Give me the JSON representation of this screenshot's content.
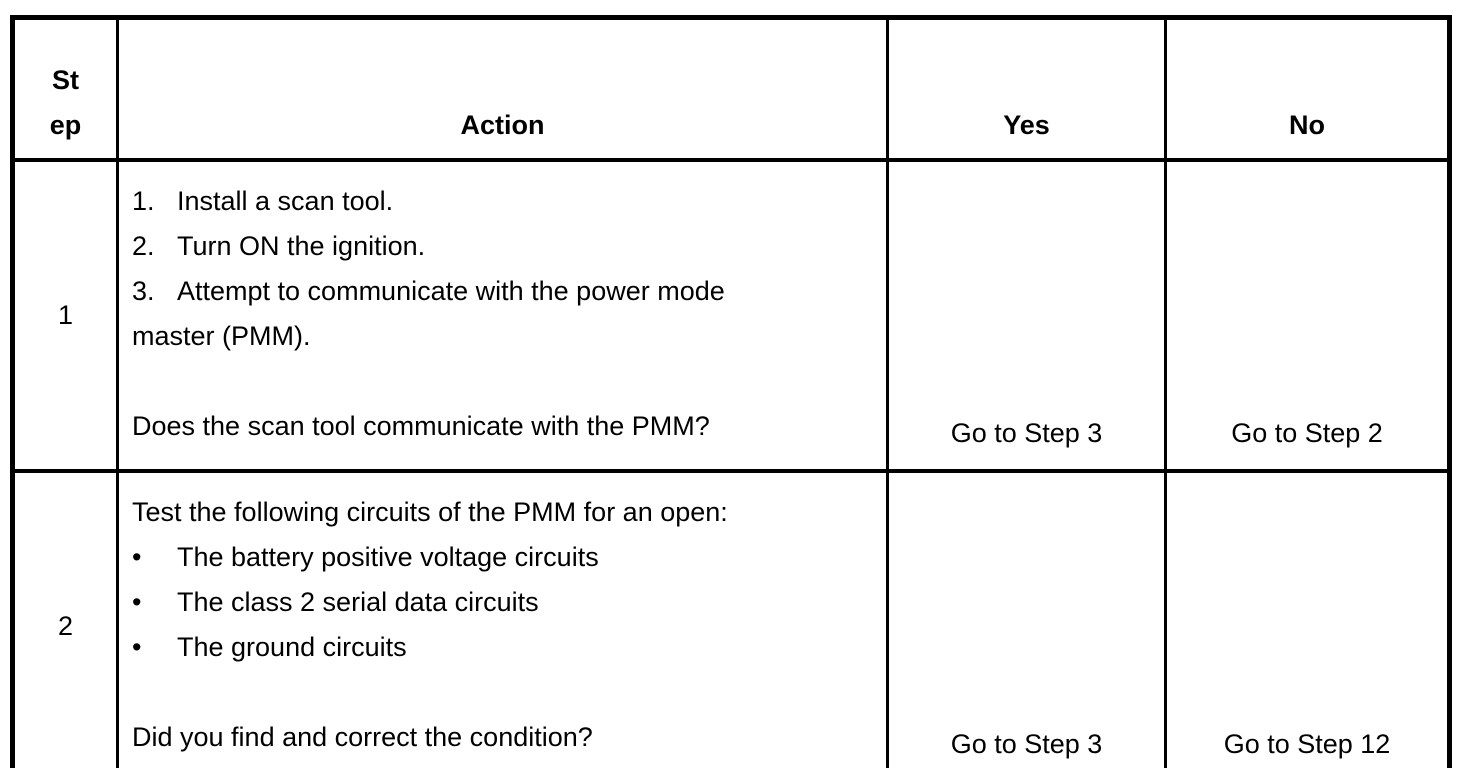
{
  "page": {
    "background": "#ffffff",
    "text_color": "#000000",
    "border_color": "#000000"
  },
  "table": {
    "header": {
      "step_lines": [
        "St",
        "ep"
      ],
      "action_label": "Action",
      "yes_label": "Yes",
      "no_label": "No"
    },
    "rows": [
      {
        "step": "1",
        "action": {
          "items": [
            {
              "marker": "1.",
              "lines": [
                "Install a scan tool."
              ]
            },
            {
              "marker": "2.",
              "lines": [
                "Turn ON the ignition."
              ]
            },
            {
              "marker": "3.",
              "lines": [
                "Attempt to communicate with the power mode",
                "master (PMM)."
              ]
            }
          ],
          "question": "Does the scan tool communicate with the PMM?"
        },
        "yes": "Go to Step 3",
        "no": "Go to Step 2"
      },
      {
        "step": "2",
        "action": {
          "intro": "Test the following circuits of the PMM for an open:",
          "items": [
            {
              "marker": "•",
              "lines": [
                "The battery positive voltage circuits"
              ]
            },
            {
              "marker": "•",
              "lines": [
                "The class 2 serial data circuits"
              ]
            },
            {
              "marker": "•",
              "lines": [
                "The ground circuits"
              ]
            }
          ],
          "question": "Did you find and correct the condition?"
        },
        "yes": "Go to Step 3",
        "no": "Go to Step 12"
      }
    ]
  }
}
